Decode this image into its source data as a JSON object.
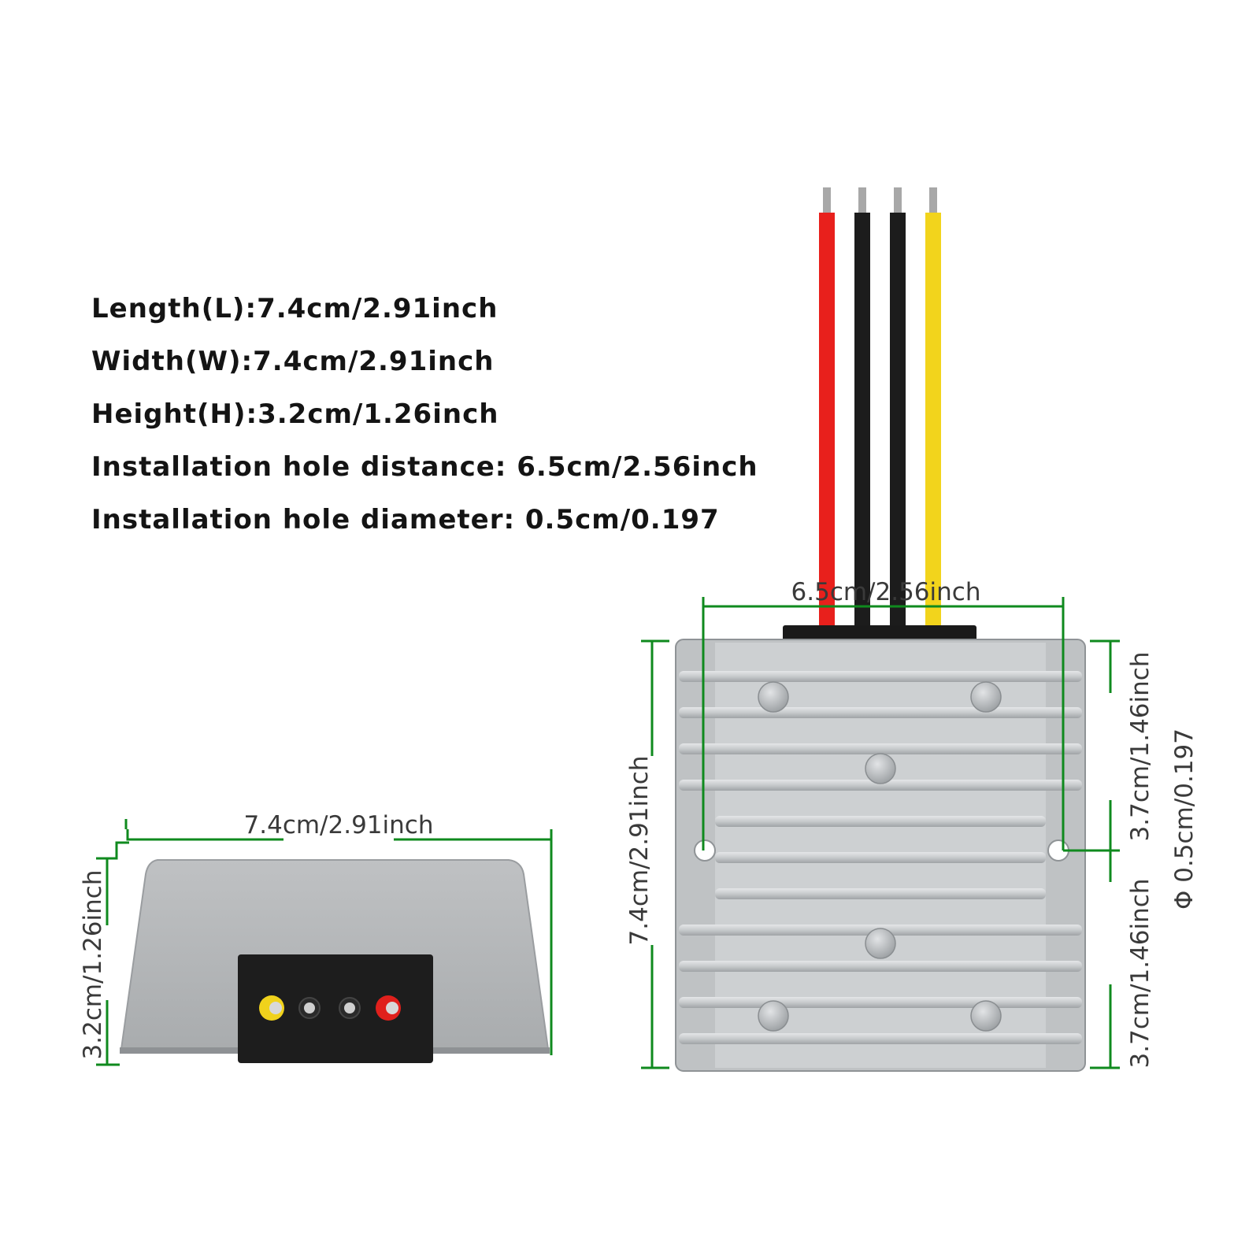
{
  "specs": {
    "length": "Length(L):7.4cm/2.91inch",
    "width": "Width(W):7.4cm/2.91inch",
    "height": "Height(H):3.2cm/1.26inch",
    "hole_distance": "Installation hole distance:  6.5cm/2.56inch",
    "hole_diameter": "Installation hole diameter:  0.5cm/0.197"
  },
  "dimensions": {
    "hole_distance": "6.5cm/2.56inch",
    "side_width": "7.4cm/2.91inch",
    "side_height": "3.2cm/1.26inch",
    "top_length": "7.4cm/2.91inch",
    "hole_to_top": "3.7cm/1.46inch",
    "hole_to_bottom": "3.7cm/1.46inch",
    "hole_diameter": "Φ 0.5cm/0.197"
  },
  "colors": {
    "dimension_line": "#0f8a1e",
    "wire_red": "#e8201c",
    "wire_black": "#1c1c1c",
    "wire_yellow": "#f2d41c",
    "housing": "#b9bcbe"
  }
}
